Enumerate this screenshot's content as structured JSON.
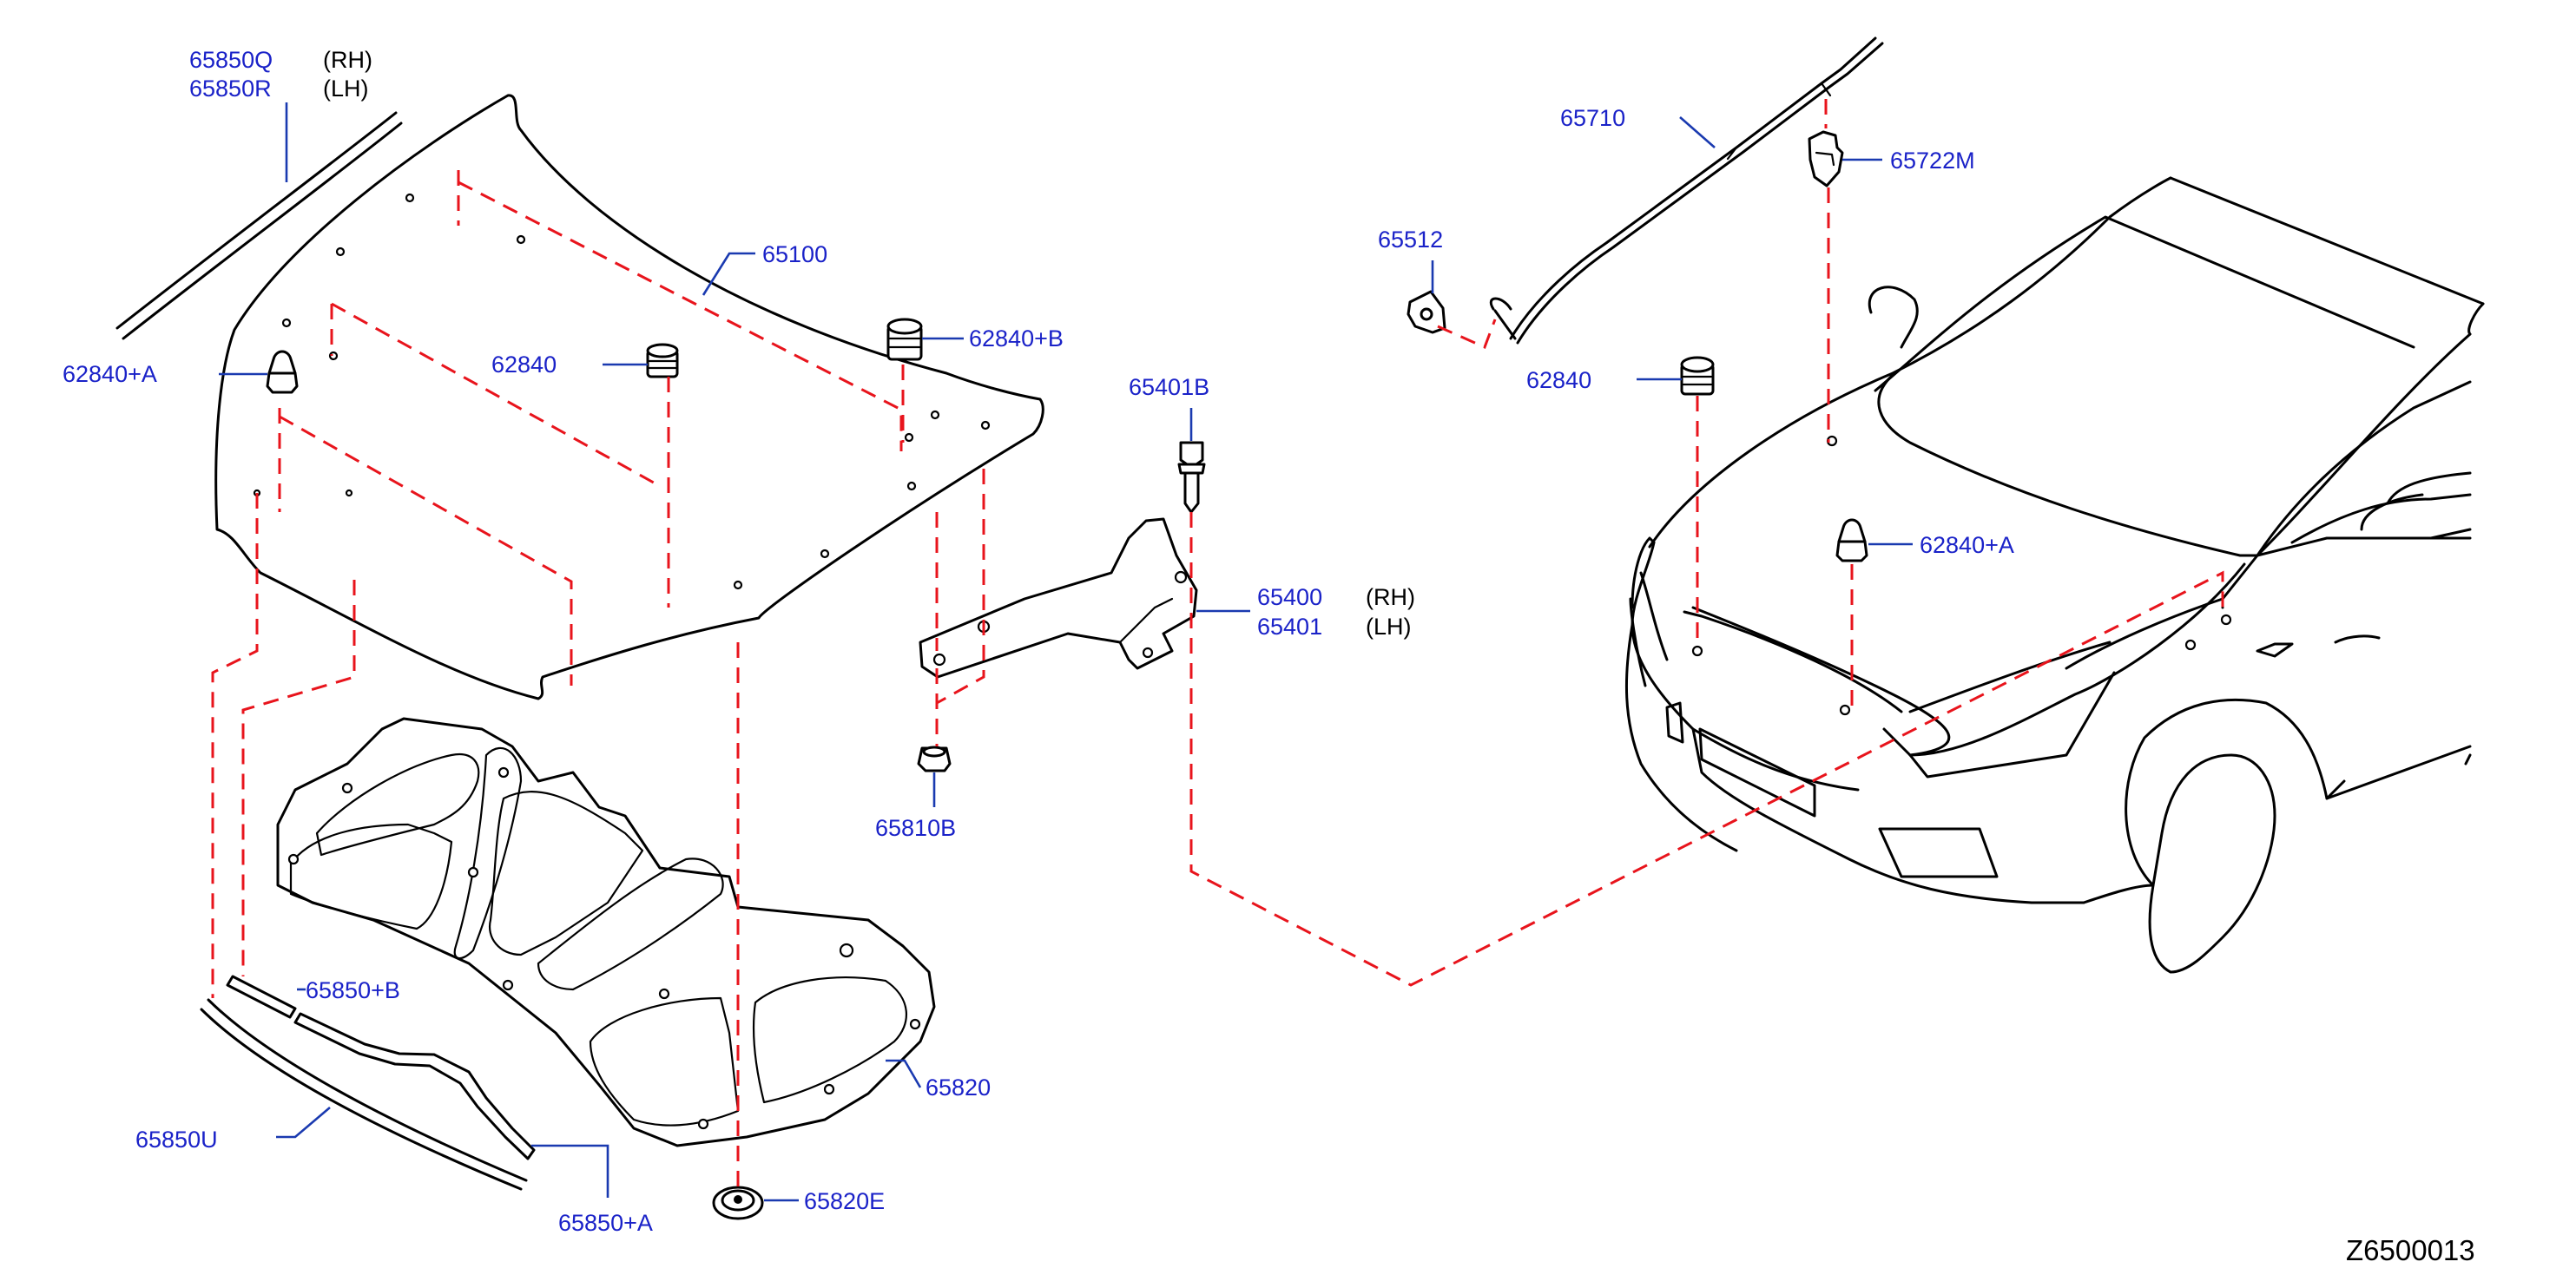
{
  "labels": {
    "p65850Q": "65850Q",
    "p65850R": "65850R",
    "rh1": "(RH)",
    "lh1": "(LH)",
    "p65100": "65100",
    "p62840A_left": "62840+A",
    "p62840_left": "62840",
    "p62840B": "62840+B",
    "p65401B": "65401B",
    "p65400": "65400",
    "p65401": "65401",
    "rh2": "(RH)",
    "lh2": "(LH)",
    "p65810B": "65810B",
    "p65820": "65820",
    "p65850B": "65850+B",
    "p65850U": "65850U",
    "p65850A": "65850+A",
    "p65820E": "65820E",
    "p65710": "65710",
    "p65722M": "65722M",
    "p65512": "65512",
    "p62840_right": "62840",
    "p62840A_right": "62840+A"
  },
  "diagram_code": "Z6500013",
  "colors": {
    "part_number": "#1a22c8",
    "leader": "#1a3ab0",
    "dashed_guide": "#e8141c",
    "line_art": "#000000"
  }
}
